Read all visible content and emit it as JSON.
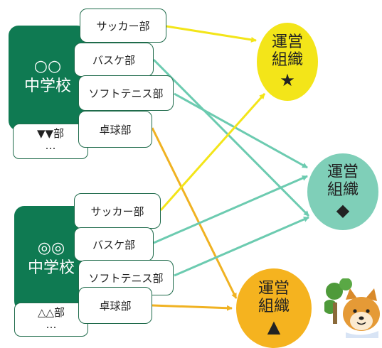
{
  "school_a": {
    "name_line1": "○○",
    "name_line2": "中学校",
    "extra_club": "▼▼部",
    "extra_more": "…",
    "clubs": [
      "サッカー部",
      "バスケ部",
      "ソフトテニス部",
      "卓球部"
    ]
  },
  "school_b": {
    "name_line1": "◎◎",
    "name_line2": "中学校",
    "extra_club": "△△部",
    "extra_more": "…",
    "clubs": [
      "サッカー部",
      "バスケ部",
      "ソフトテニス部",
      "卓球部"
    ]
  },
  "orgs": [
    {
      "line1": "運営",
      "line2": "組織",
      "symbol": "★",
      "color": "#f3e519"
    },
    {
      "line1": "運営",
      "line2": "組織",
      "symbol": "◆",
      "color": "#7fcfb8"
    },
    {
      "line1": "運営",
      "line2": "組織",
      "symbol": "▲",
      "color": "#f5b31f"
    }
  ],
  "colors": {
    "yellow_arrow": "#f3e519",
    "teal_arrow": "#6ccbb0",
    "orange_arrow": "#f0b222",
    "school_fill": "#0f7a52",
    "box_border": "#1f6b4b"
  },
  "links": [
    {
      "from": "school_a.サッカー部",
      "to": "運営組織★",
      "color": "yellow"
    },
    {
      "from": "school_a.バスケ部",
      "to": "運営組織◆",
      "color": "teal"
    },
    {
      "from": "school_a.ソフトテニス部",
      "to": "運営組織◆",
      "color": "teal"
    },
    {
      "from": "school_a.卓球部",
      "to": "運営組織▲",
      "color": "orange"
    },
    {
      "from": "school_b.サッカー部",
      "to": "運営組織★",
      "color": "yellow"
    },
    {
      "from": "school_b.バスケ部",
      "to": "運営組織◆",
      "color": "teal"
    },
    {
      "from": "school_b.ソフトテニス部",
      "to": "運営組織◆",
      "color": "teal"
    },
    {
      "from": "school_b.卓球部",
      "to": "運営組織▲",
      "color": "orange"
    }
  ],
  "mascot": {
    "icon": "shiba-dog-mascot-icon"
  }
}
